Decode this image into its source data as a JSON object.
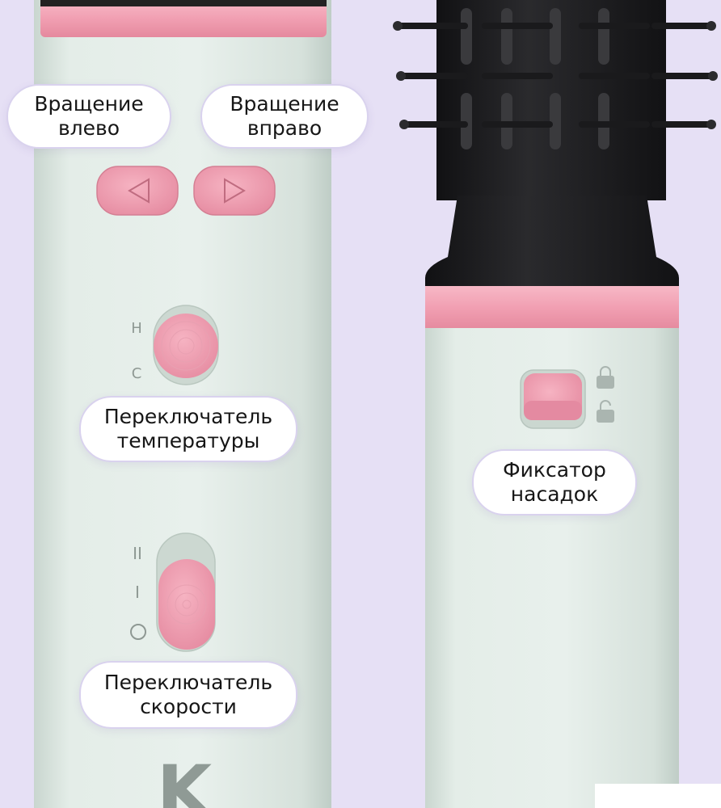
{
  "labels": {
    "rotate_left": {
      "line1": "Вращение",
      "line2": "влево"
    },
    "rotate_right": {
      "line1": "Вращение",
      "line2": "вправо"
    },
    "temp_switch": {
      "line1": "Переключатель",
      "line2": "температуры"
    },
    "speed_switch": {
      "line1": "Переключатель",
      "line2": "скорости"
    },
    "attachment_lock": {
      "line1": "Фиксатор",
      "line2": "насадок"
    }
  },
  "temp_marks": {
    "high": "Н",
    "low": "С"
  },
  "speed_marks": {
    "two": "II",
    "one": "I"
  },
  "brand_fragment": "K",
  "icons": {
    "left": "triangle-left-outline",
    "right": "triangle-right-outline",
    "locked": "padlock-closed",
    "unlocked": "padlock-open",
    "off": "circle-outline"
  },
  "colors": {
    "background": "#e6e0f5",
    "body": "#dfe9e3",
    "pink": "#f1a2b4",
    "black_head": "#1c1c1e"
  }
}
